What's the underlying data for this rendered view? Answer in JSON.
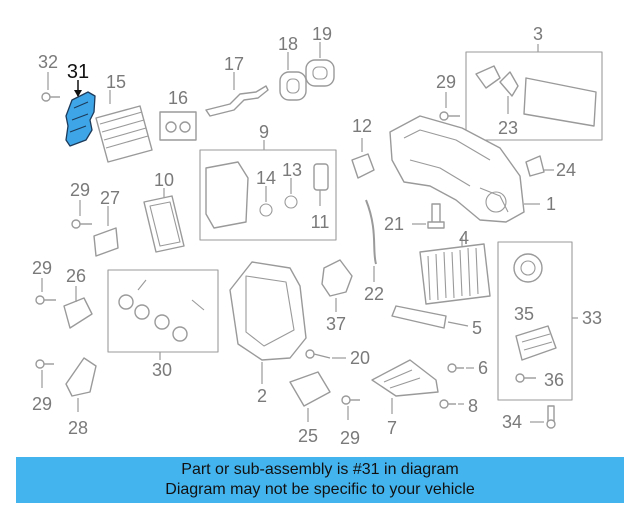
{
  "diagram": {
    "highlighted_part": "31",
    "callouts": [
      "32",
      "31",
      "15",
      "16",
      "17",
      "18",
      "19",
      "3",
      "29",
      "23",
      "9",
      "12",
      "14",
      "13",
      "11",
      "24",
      "29",
      "27",
      "10",
      "21",
      "1",
      "4",
      "29",
      "26",
      "22",
      "37",
      "5",
      "35",
      "33",
      "30",
      "20",
      "2",
      "36",
      "6",
      "29",
      "28",
      "7",
      "8",
      "25",
      "29",
      "34"
    ]
  },
  "colors": {
    "highlight_fill": "#3ea6e6",
    "banner_background": "#44b4ee",
    "line_gray": "#9a9a9a"
  },
  "banner": {
    "line1": "Part or sub-assembly is #31 in diagram",
    "line2": "Diagram may not be specific to your vehicle"
  }
}
